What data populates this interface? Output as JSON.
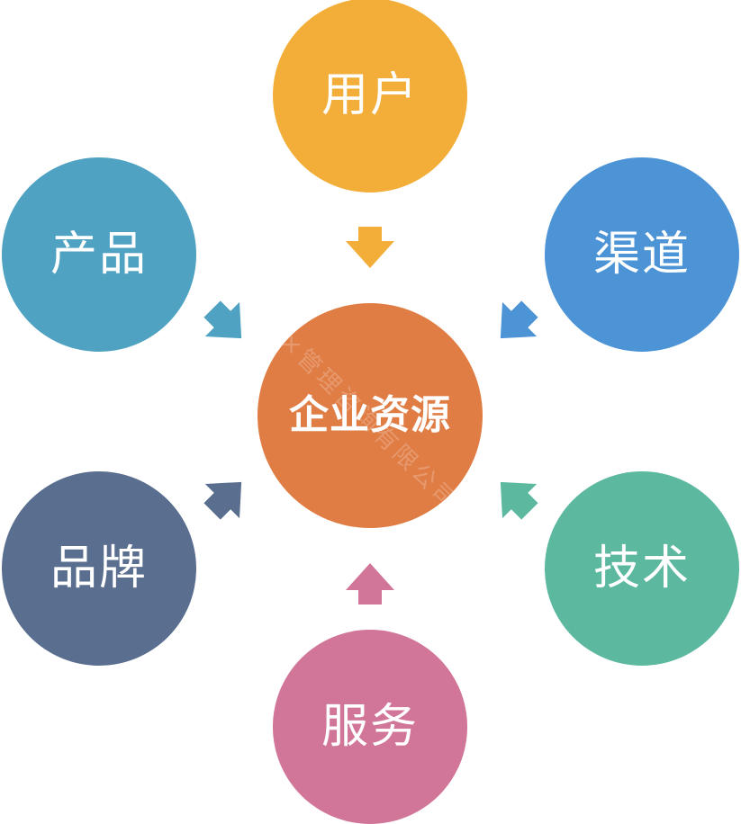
{
  "diagram": {
    "center": {
      "label": "企业资源",
      "color": "#E07D45"
    },
    "nodes": {
      "user": {
        "label": "用户",
        "color": "#F3AE3A"
      },
      "product": {
        "label": "产品",
        "color": "#4FA2C2"
      },
      "channel": {
        "label": "渠道",
        "color": "#4D94D6"
      },
      "brand": {
        "label": "品牌",
        "color": "#5A6E8F"
      },
      "tech": {
        "label": "技术",
        "color": "#5CB9A0"
      },
      "service": {
        "label": "服务",
        "color": "#D27699"
      }
    },
    "arrows": {
      "from_user": {
        "icon": "arrow-down-icon",
        "color": "#F3AE3A"
      },
      "from_product": {
        "icon": "arrow-down-right-icon",
        "color": "#4FA2C2"
      },
      "from_channel": {
        "icon": "arrow-down-left-icon",
        "color": "#4D94D6"
      },
      "from_brand": {
        "icon": "arrow-up-right-icon",
        "color": "#5A6E8F"
      },
      "from_tech": {
        "icon": "arrow-up-left-icon",
        "color": "#5CB9A0"
      },
      "from_service": {
        "icon": "arrow-up-icon",
        "color": "#D27699"
      }
    },
    "watermark": "北京××管理咨询有限公司"
  }
}
